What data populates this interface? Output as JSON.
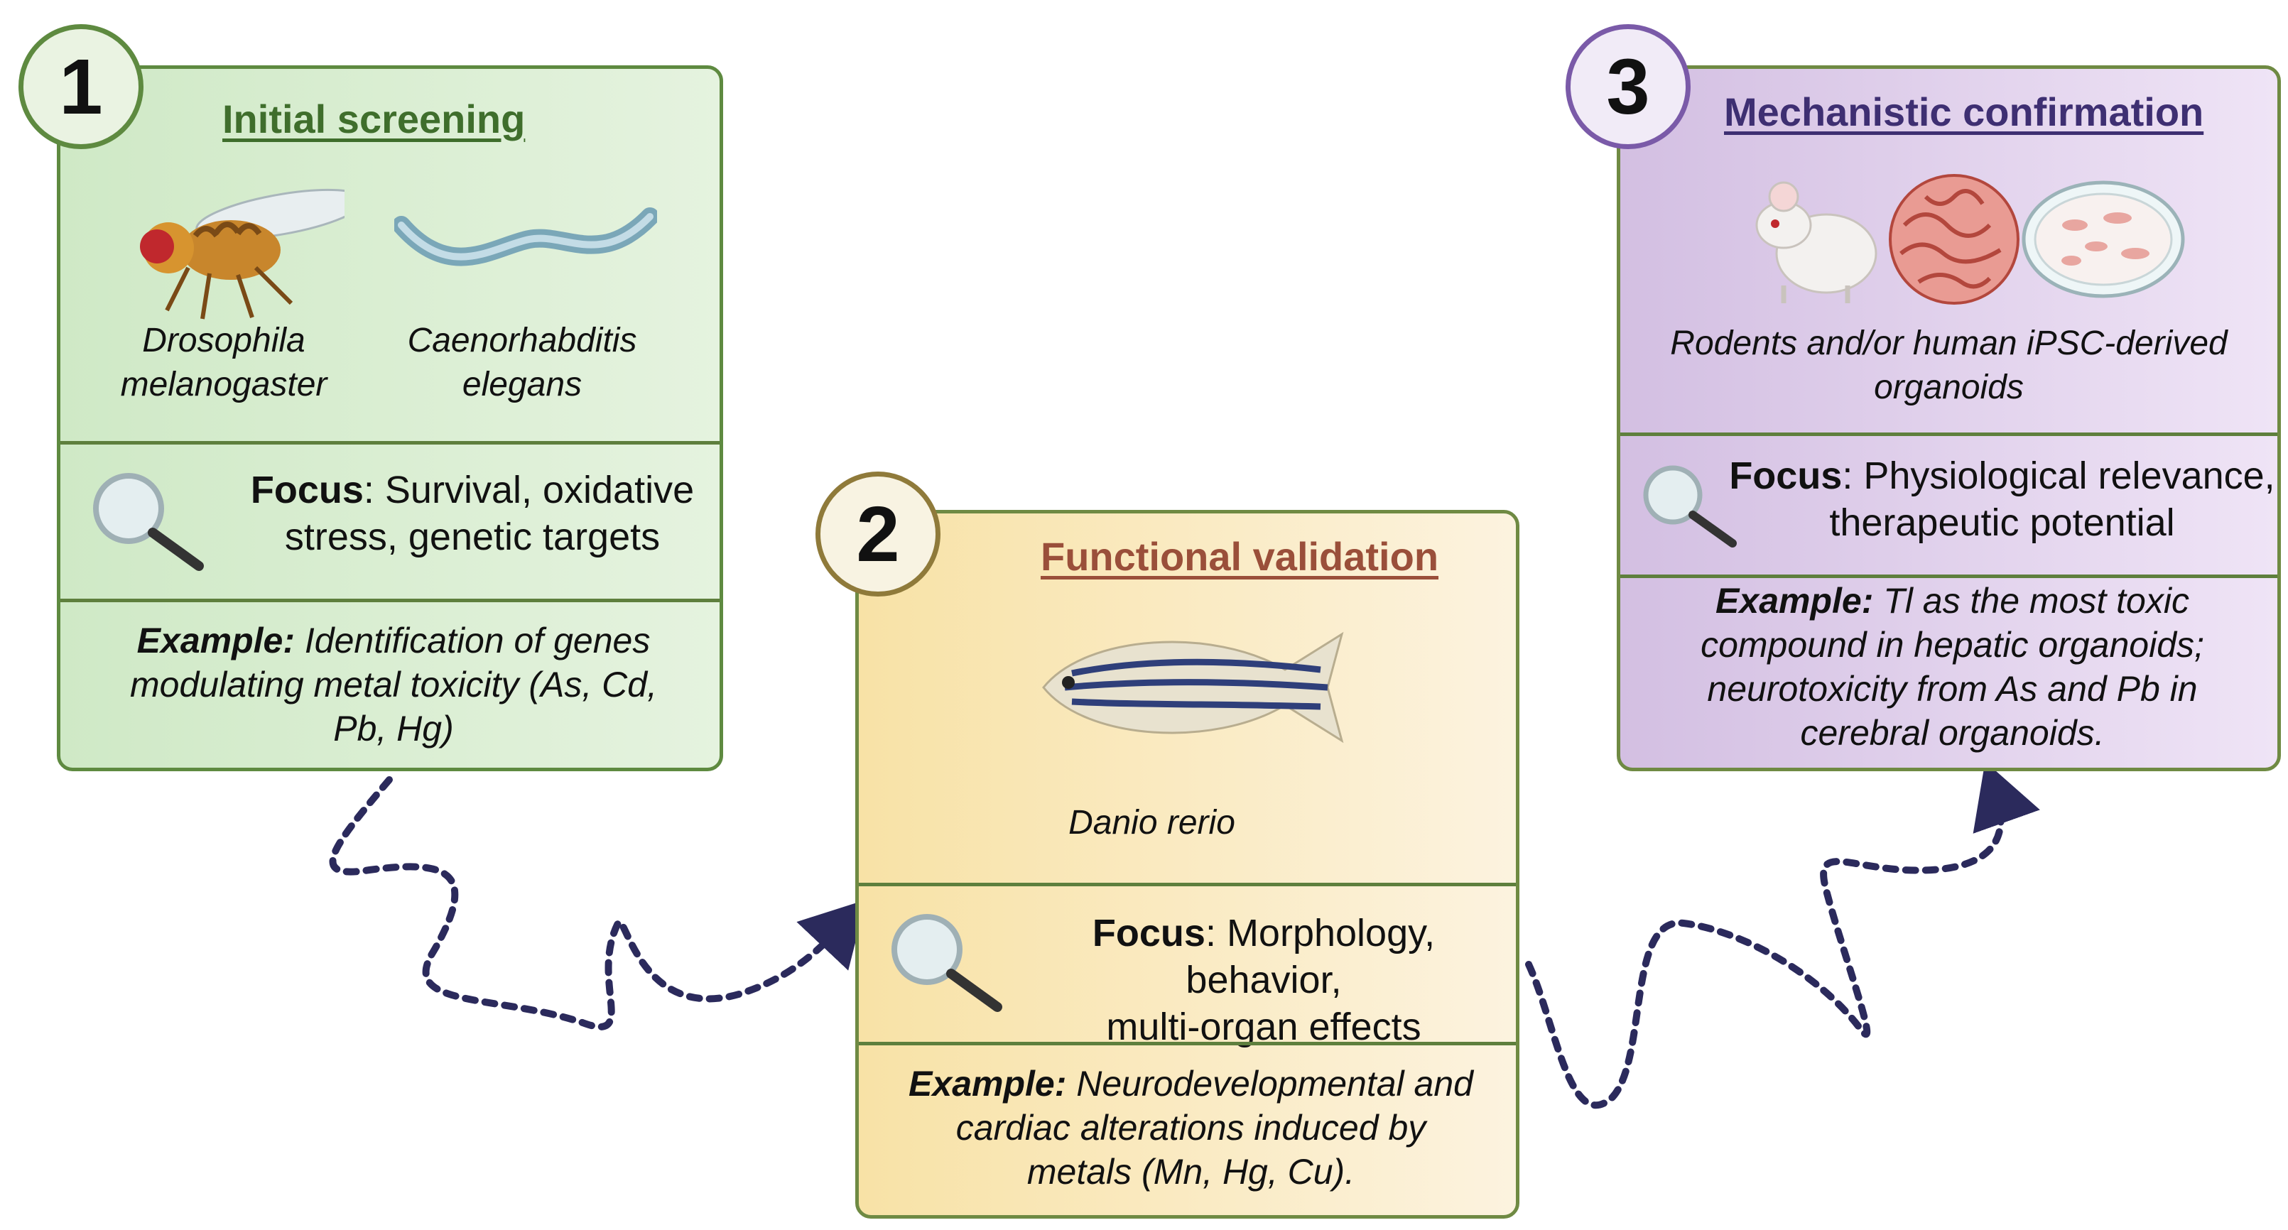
{
  "steps": [
    {
      "number": "1",
      "title": "Initial screening",
      "species": [
        {
          "line1": "Drosophila",
          "line2": "melanogaster",
          "icon": "fruit-fly-icon"
        },
        {
          "line1": "Caenorhabditis",
          "line2": "elegans",
          "icon": "nematode-worm-icon"
        }
      ],
      "focus_label": "Focus",
      "focus_line1": ": Survival, oxidative",
      "focus_line2": "stress, genetic targets",
      "example_label": "Example:",
      "example_line1": " Identification of genes",
      "example_line2": "modulating metal toxicity (As, Cd,",
      "example_line3": "Pb, Hg)"
    },
    {
      "number": "2",
      "title": "Functional validation",
      "species_name": "Danio rerio",
      "species_icon": "zebrafish-icon",
      "focus_label": "Focus",
      "focus_line1": ": Morphology, behavior,",
      "focus_line2": "multi-organ effects",
      "example_label": "Example:",
      "example_line1": " Neurodevelopmental and",
      "example_line2": "cardiac alterations induced by",
      "example_line3": "metals (Mn, Hg, Cu)."
    },
    {
      "number": "3",
      "title": "Mechanistic confirmation",
      "models_line1": "Rodents and/or human iPSC-derived",
      "models_line2": "organoids",
      "model_icons": [
        "mouse-icon",
        "brain-organoid-icon",
        "petri-dish-icon"
      ],
      "focus_label": "Focus",
      "focus_line1": ": Physiological relevance,",
      "focus_line2": "therapeutic potential",
      "example_label": "Example:",
      "example_line1": " Tl as the most toxic",
      "example_line2": "compound in hepatic organoids;",
      "example_line3": "neurotoxicity from As and Pb in",
      "example_line4": "cerebral organoids."
    }
  ],
  "colors": {
    "green_card": "#cfe9c6",
    "yellow_card": "#f8e2a6",
    "purple_card": "#d3bfe2",
    "arrow": "#2b2a5c"
  }
}
